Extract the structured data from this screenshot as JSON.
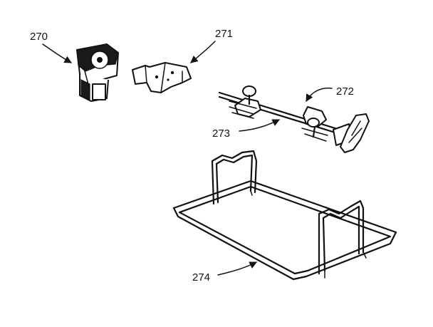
{
  "callouts": {
    "motor": "270",
    "bracket": "271",
    "fork": "272",
    "spit_rod": "273",
    "rack": "274"
  },
  "colors": {
    "ink": "#111111",
    "background": "#ffffff"
  }
}
